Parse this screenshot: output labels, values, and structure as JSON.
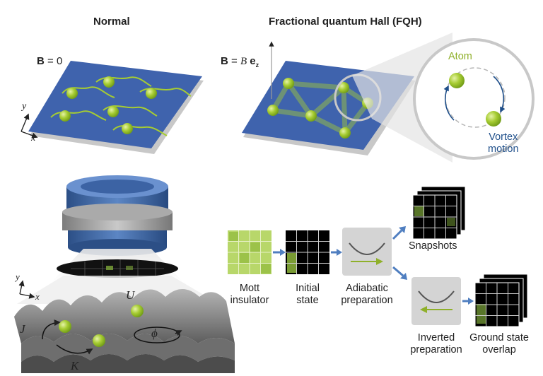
{
  "headings": {
    "normal": "Normal",
    "fqh": "Fractional quantum Hall (FQH)"
  },
  "field": {
    "b_zero_sym": "B",
    "b_zero_rest": " = 0",
    "b_fqh_sym": "B",
    "b_fqh_eq": " = ",
    "b_fqh_mag": "B",
    "b_fqh_vec": "e",
    "b_fqh_sub": "z"
  },
  "axes": {
    "top": {
      "x": "x",
      "y": "y"
    },
    "bottom": {
      "x": "x",
      "y": "y"
    }
  },
  "zoom": {
    "atom": "Atom",
    "vortex_line1": "Vortex",
    "vortex_line2": "motion"
  },
  "lattice": {
    "U": "U",
    "J": "J",
    "K": "K",
    "phi": "ϕ"
  },
  "pipeline": {
    "mott_line1": "Mott",
    "mott_line2": "insulator",
    "initial_line1": "Initial",
    "initial_line2": "state",
    "adiabatic_line1": "Adiabatic",
    "adiabatic_line2": "preparation",
    "snapshots": "Snapshots",
    "inverted_line1": "Inverted",
    "inverted_line2": "preparation",
    "ground_line1": "Ground state",
    "ground_line2": "overlap"
  },
  "colors": {
    "plane": "#3f63ad",
    "atom": "#a6cc32",
    "arrow": "#4f7ec0",
    "box": "#d4d4d4"
  }
}
